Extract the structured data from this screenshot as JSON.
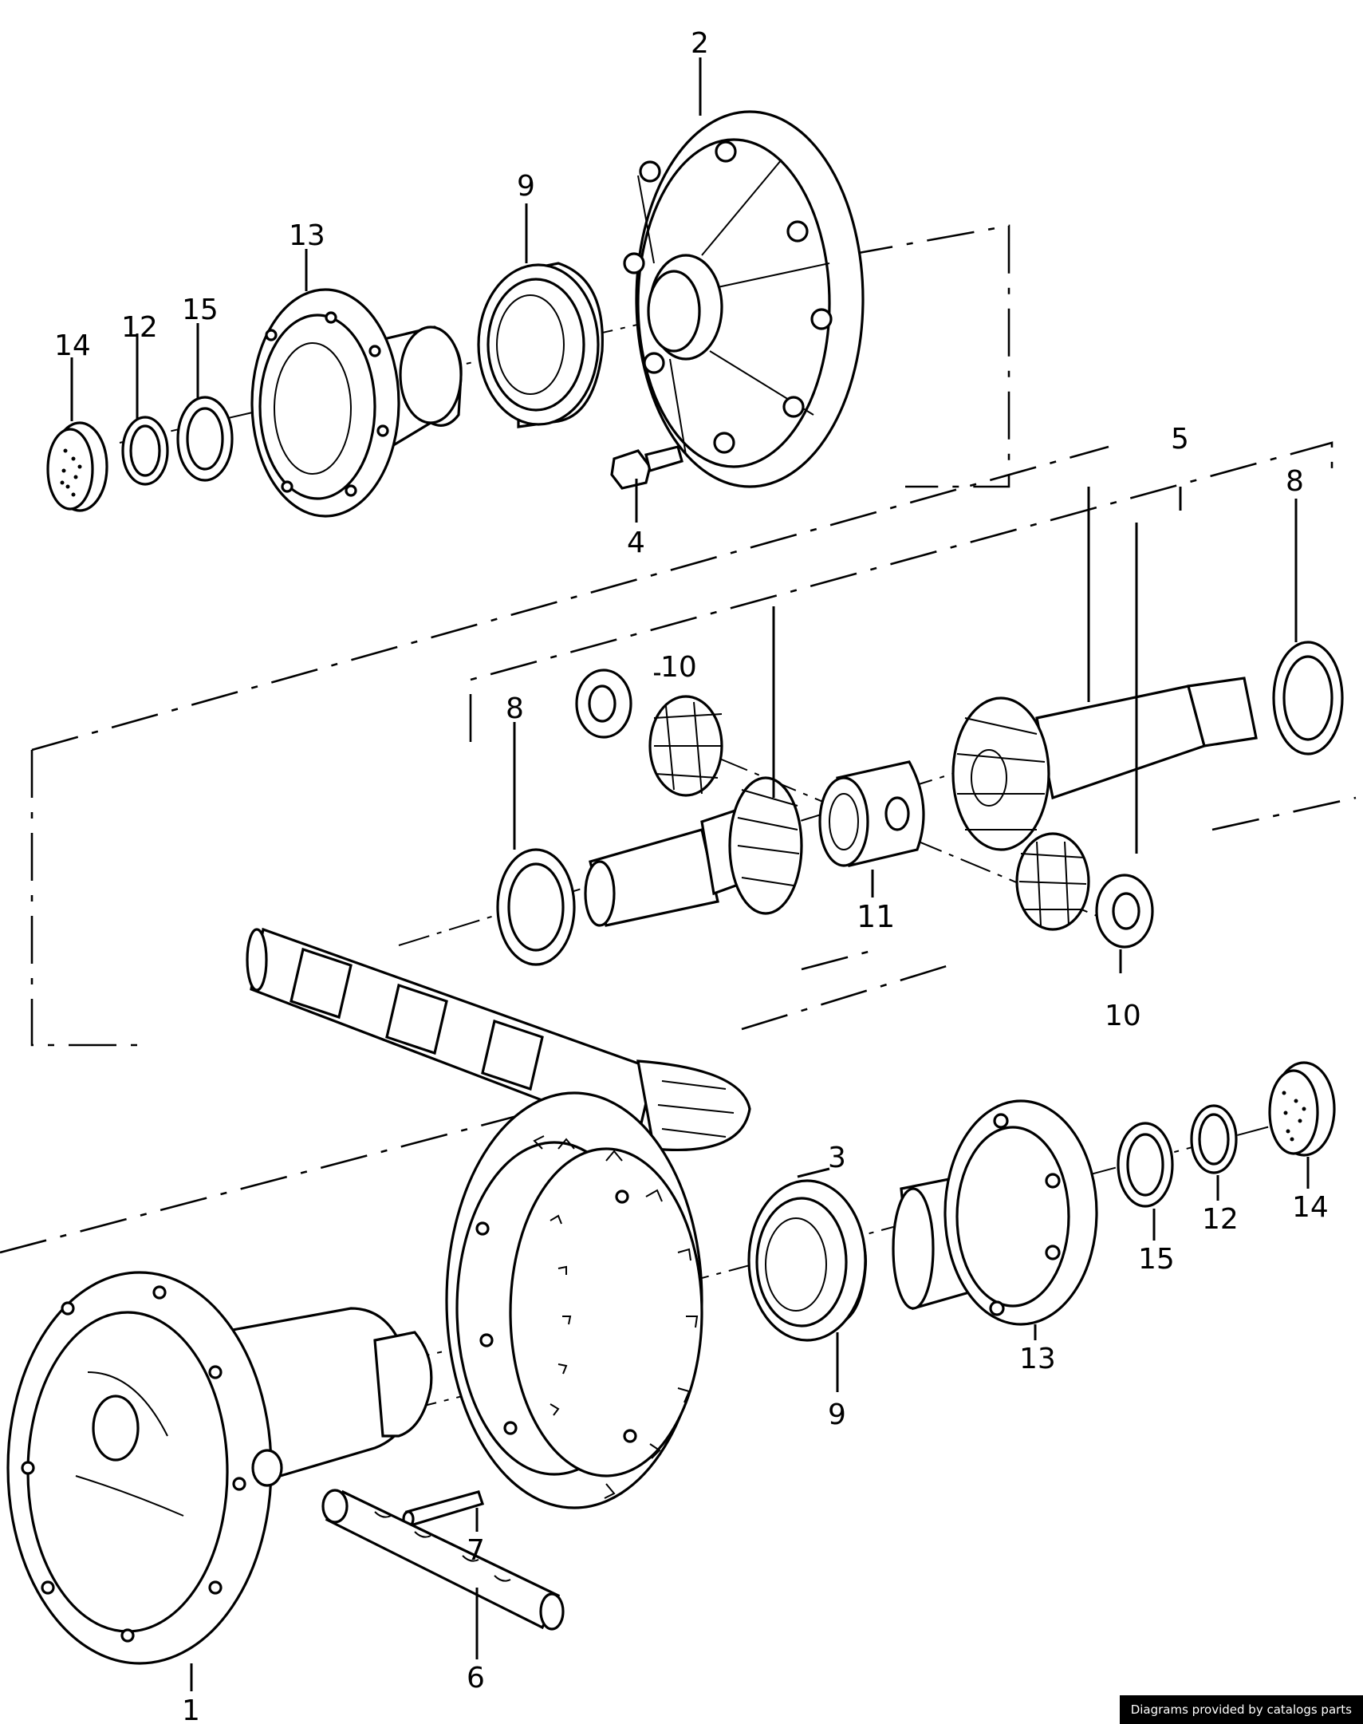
{
  "callouts": {
    "c1": "1",
    "c2": "2",
    "c3": "3",
    "c4": "4",
    "c5": "5",
    "c6": "6",
    "c7": "7",
    "c8a": "8",
    "c8b": "8",
    "c9a": "9",
    "c9b": "9",
    "c10a": "10",
    "c10b": "10",
    "c11": "11",
    "c12a": "12",
    "c12b": "12",
    "c13a": "13",
    "c13b": "13",
    "c14a": "14",
    "c14b": "14",
    "c15a": "15",
    "c15b": "15"
  },
  "credit": "Diagrams provided by catalogs parts"
}
